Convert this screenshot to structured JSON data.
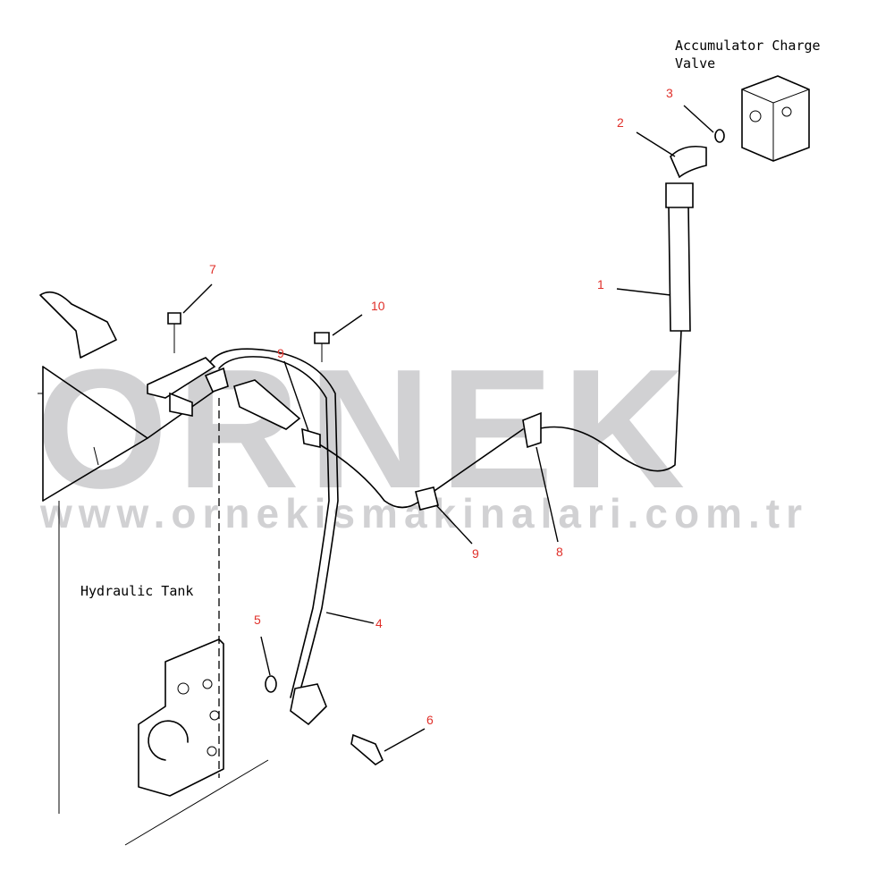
{
  "labels": {
    "accumulator_line1": "Accumulator Charge",
    "accumulator_line2": "Valve",
    "hydraulic_tank": "Hydraulic Tank"
  },
  "callouts": [
    "1",
    "2",
    "3",
    "4",
    "5",
    "6",
    "7",
    "8",
    "9",
    "9",
    "10"
  ],
  "watermark": {
    "brand": "ORNEK",
    "url": "www.ornekismakinalari.com.tr"
  },
  "colors": {
    "callout": "#e0302a",
    "watermark": "#c9c9cc"
  }
}
